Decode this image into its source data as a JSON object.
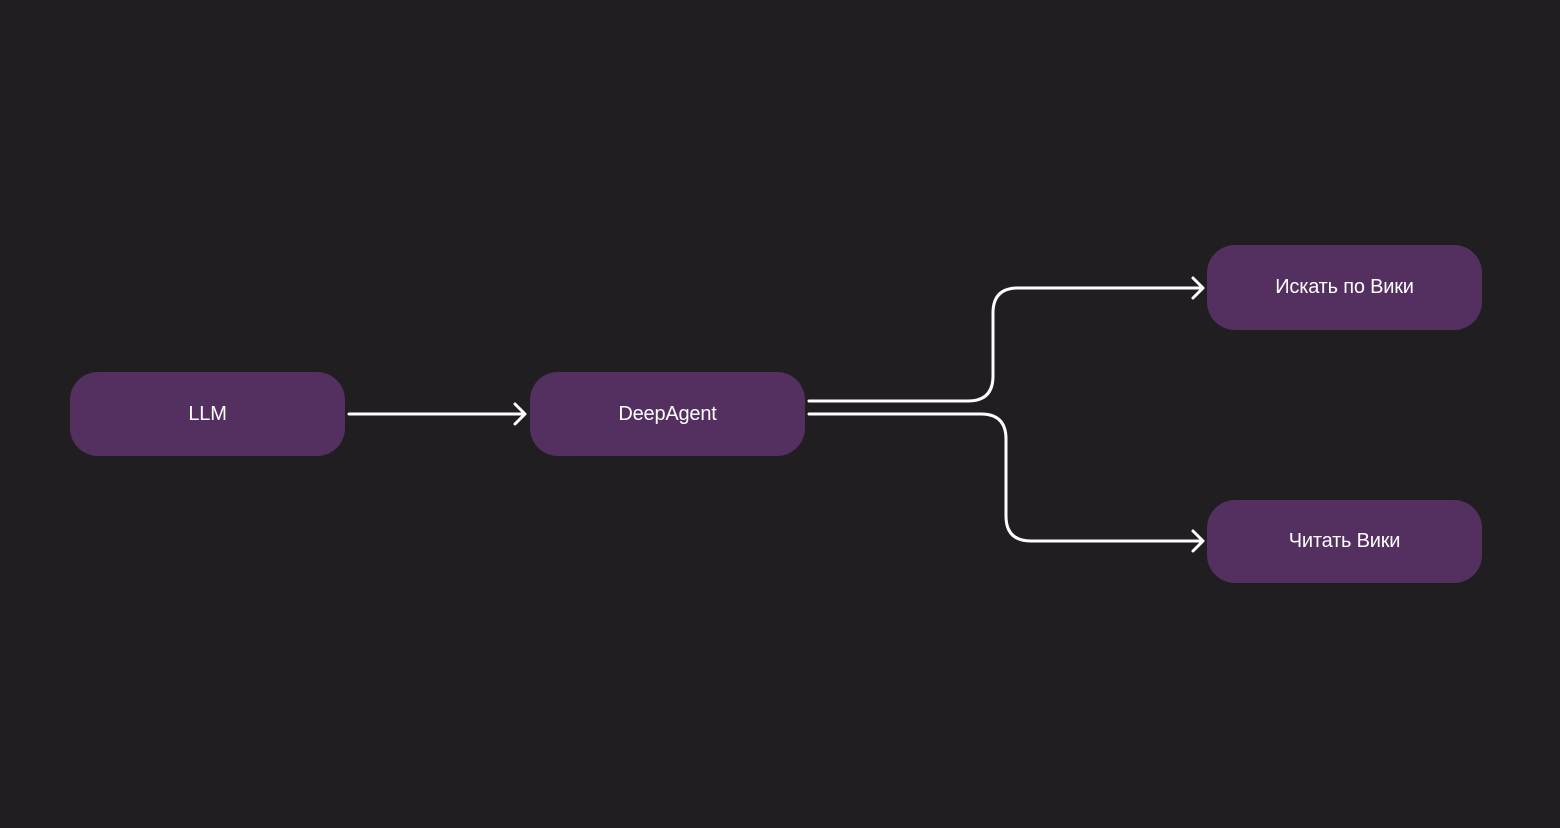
{
  "diagram": {
    "nodes": {
      "llm": "LLM",
      "deepagent": "DeepAgent",
      "search_wiki": "Искать по Вики",
      "read_wiki": "Читать Вики"
    },
    "edges": [
      {
        "from": "llm",
        "to": "deepagent"
      },
      {
        "from": "deepagent",
        "to": "search_wiki"
      },
      {
        "from": "deepagent",
        "to": "read_wiki"
      }
    ],
    "colors": {
      "background": "#211e22",
      "node_fill": "#543060",
      "text": "#ffffff",
      "edge": "#ffffff"
    }
  }
}
